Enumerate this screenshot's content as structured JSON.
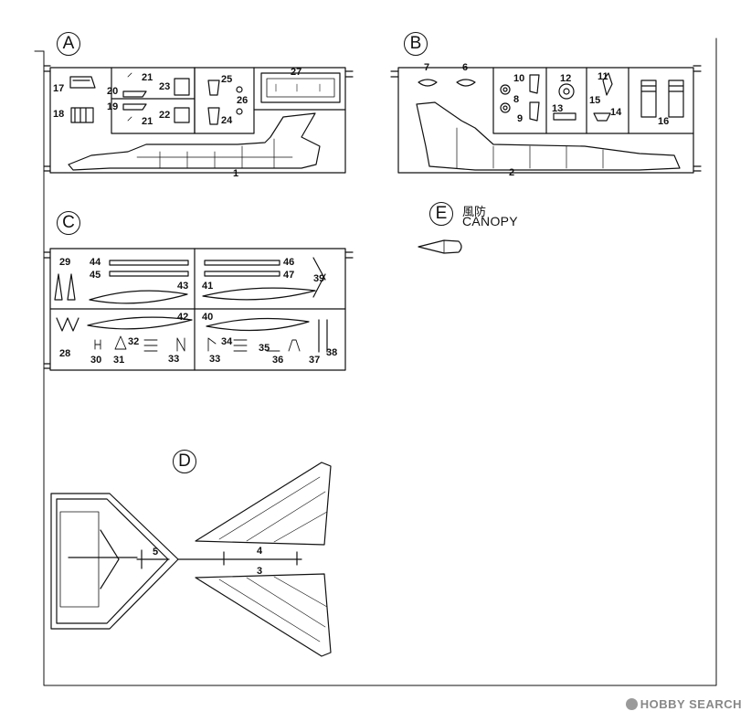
{
  "sheets": {
    "A": {
      "letter": "A",
      "labels": [
        "17",
        "18",
        "20",
        "19",
        "21",
        "21",
        "23",
        "22",
        "25",
        "26",
        "24",
        "27",
        "1"
      ]
    },
    "B": {
      "letter": "B",
      "labels": [
        "7",
        "6",
        "10",
        "8",
        "9",
        "12",
        "13",
        "11",
        "15",
        "14",
        "16",
        "2"
      ]
    },
    "C": {
      "letter": "C",
      "labels": [
        "29",
        "44",
        "45",
        "43",
        "28",
        "42",
        "30",
        "31",
        "32",
        "33",
        "46",
        "47",
        "39",
        "41",
        "40",
        "34",
        "35",
        "33",
        "36",
        "37",
        "38"
      ]
    },
    "D": {
      "letter": "D",
      "labels": [
        "5",
        "4",
        "3"
      ]
    },
    "E": {
      "letter": "E",
      "title_jp": "風防",
      "title_en": "CANOPY"
    }
  },
  "watermark": {
    "brand": "HOBBY SEARCH"
  }
}
